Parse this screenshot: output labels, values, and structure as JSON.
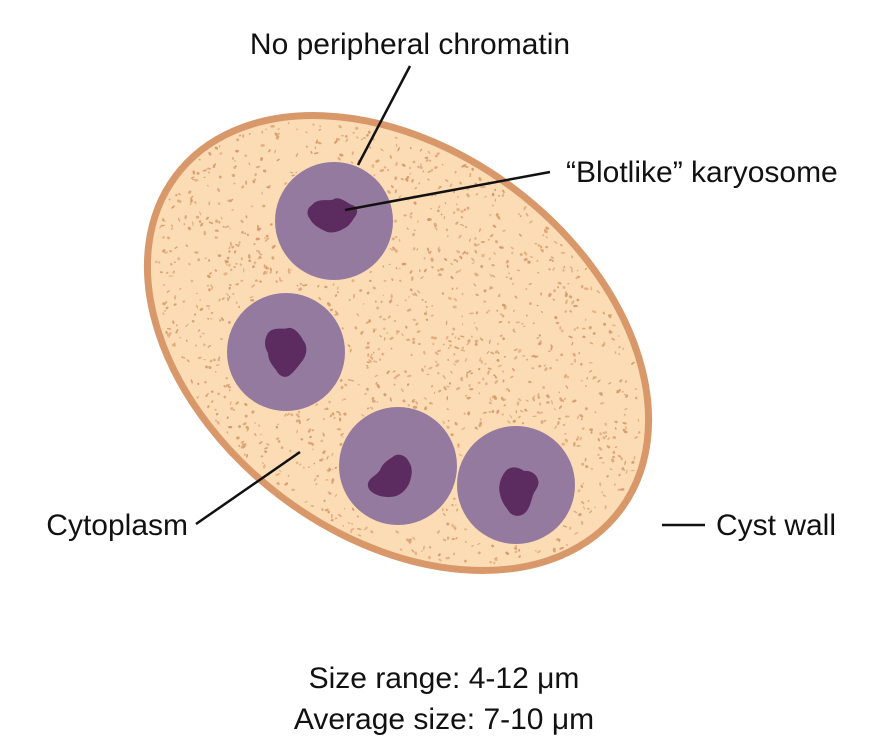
{
  "labels": {
    "no_peripheral_chromatin": "No peripheral chromatin",
    "karyosome": "“Blotlike” karyosome",
    "cytoplasm": "Cytoplasm",
    "cyst_wall": "Cyst wall"
  },
  "caption": {
    "size_range": "Size range: 4-12 μm",
    "average_size": "Average size: 7-10 μm"
  },
  "colors": {
    "cyst_fill": "#fbdcb4",
    "cyst_wall": "#d9986a",
    "speckle": "#d9986a",
    "nucleus": "#957aa0",
    "karyosome": "#5c2c60",
    "line": "#111111"
  }
}
